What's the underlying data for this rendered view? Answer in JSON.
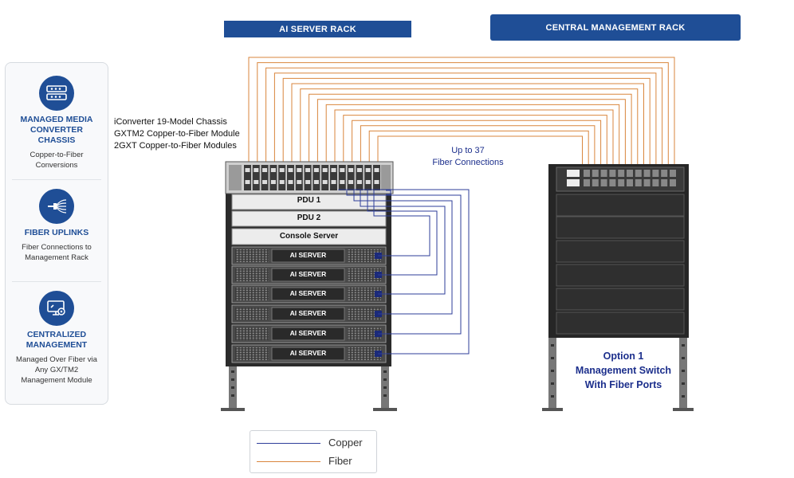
{
  "headers": {
    "ai_rack": "AI SERVER RACK",
    "central_rack": "CENTRAL MANAGEMENT RACK"
  },
  "sidebar": {
    "sections": [
      {
        "icon": "media-converter-chassis-icon",
        "title": "MANAGED MEDIA CONVERTER CHASSIS",
        "desc": "Copper-to-Fiber Conversions"
      },
      {
        "icon": "fiber-optic-icon",
        "title": "FIBER UPLINKS",
        "desc": "Fiber Connections to Management Rack"
      },
      {
        "icon": "monitor-gear-icon",
        "title": "CENTRALIZED MANAGEMENT",
        "desc": "Managed Over Fiber via Any GX/TM2 Management Module"
      }
    ]
  },
  "chassis_labels": [
    "iConverter 19-Model Chassis",
    "GXTM2 Copper-to-Fiber Module",
    "2GXT Copper-to-Fiber Modules"
  ],
  "fiber_note": [
    "Up to 37",
    "Fiber Connections"
  ],
  "ai_rack": {
    "units": [
      "PDU 1",
      "PDU 2",
      "Console Server"
    ],
    "servers": [
      "AI SERVER",
      "AI SERVER",
      "AI SERVER",
      "AI SERVER",
      "AI SERVER",
      "AI SERVER"
    ]
  },
  "option": [
    "Option 1",
    "Management Switch",
    "With Fiber Ports"
  ],
  "legend": [
    {
      "label": "Copper",
      "color": "#2e3e9a"
    },
    {
      "label": "Fiber",
      "color": "#d9863d"
    }
  ],
  "colors": {
    "header": "#1f4e96",
    "copper": "#2e3e9a",
    "fiber": "#d9863d",
    "option_text": "#1c2f8c"
  }
}
